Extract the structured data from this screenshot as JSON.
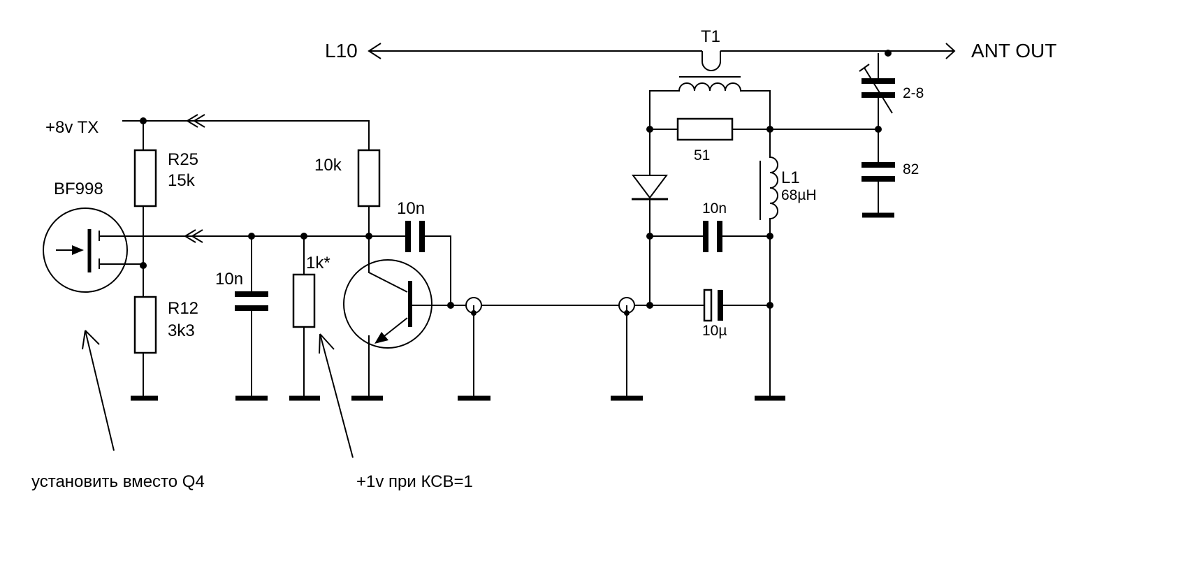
{
  "title": "",
  "colors": {
    "ink": "#000000",
    "paper": "#ffffff"
  },
  "labels": {
    "l10": "L10",
    "ant_out": "ANT  OUT",
    "t1": "T1",
    "supply": "+8v TX",
    "r25_name": "R25",
    "r25_value": "15k",
    "r12_name": "R12",
    "r12_value": "3k3",
    "fet": "BF998",
    "r_collector": "10k",
    "c_coupling": "10n",
    "c_base": "10n",
    "r_base": "1k*",
    "r_bridge": "51",
    "l1_name": "L1",
    "l1_value": "68µH",
    "c_bypass": "10n",
    "c_electrolytic": "10µ",
    "c_trimmer": "2-8",
    "c_fixed": "82",
    "note_fet": "установить вместо Q4",
    "note_voltage": "+1v при КСВ=1"
  }
}
